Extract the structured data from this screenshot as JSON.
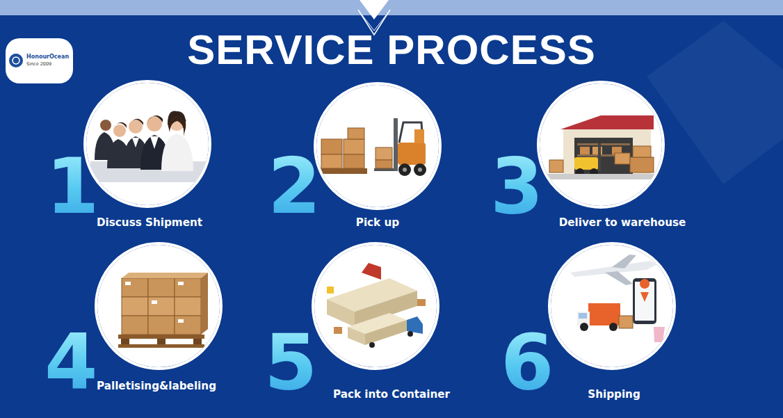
{
  "diagram": {
    "title": "SERVICE PROCESS",
    "nodes": [
      {
        "text": [
          "HonourOcean",
          "Since 2009"
        ]
      },
      {
        "text": [
          "Discuss Shipment"
        ]
      },
      {
        "text": [
          "Pick up"
        ]
      },
      {
        "text": [
          "Deliver to warehouse"
        ]
      },
      {
        "text": [
          "Palletising&labeling"
        ]
      },
      {
        "text": [
          "Pack into Container"
        ]
      },
      {
        "text": [
          "Shipping"
        ]
      }
    ],
    "labels": [
      "1",
      "2",
      "3",
      "4",
      "5",
      "6"
    ]
  }
}
